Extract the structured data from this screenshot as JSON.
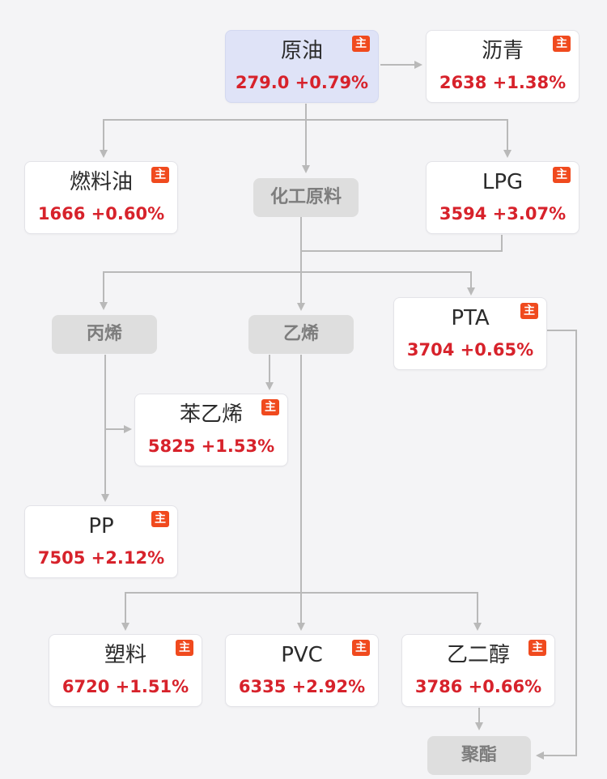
{
  "badge_text": "主",
  "products": [
    {
      "id": "crude",
      "name": "原油",
      "price": "279.0",
      "change": "+0.79%",
      "highlight": true
    },
    {
      "id": "asphalt",
      "name": "沥青",
      "price": "2638",
      "change": "+1.38%"
    },
    {
      "id": "fuel-oil",
      "name": "燃料油",
      "price": "1666",
      "change": "+0.60%"
    },
    {
      "id": "lpg",
      "name": "LPG",
      "price": "3594",
      "change": "+3.07%"
    },
    {
      "id": "pta",
      "name": "PTA",
      "price": "3704",
      "change": "+0.65%"
    },
    {
      "id": "styrene",
      "name": "苯乙烯",
      "price": "5825",
      "change": "+1.53%"
    },
    {
      "id": "pp",
      "name": "PP",
      "price": "7505",
      "change": "+2.12%"
    },
    {
      "id": "plastic",
      "name": "塑料",
      "price": "6720",
      "change": "+1.51%"
    },
    {
      "id": "pvc",
      "name": "PVC",
      "price": "6335",
      "change": "+2.92%"
    },
    {
      "id": "ethylene-glycol",
      "name": "乙二醇",
      "price": "3786",
      "change": "+0.66%"
    }
  ],
  "categories": [
    {
      "id": "chemical-feedstock",
      "name": "化工原料"
    },
    {
      "id": "propylene",
      "name": "丙烯"
    },
    {
      "id": "ethylene",
      "name": "乙烯"
    },
    {
      "id": "polyester",
      "name": "聚酯"
    }
  ],
  "colors": {
    "price": "#d7222b",
    "badge": "#f04a1e",
    "edge": "#b9b9b9"
  }
}
